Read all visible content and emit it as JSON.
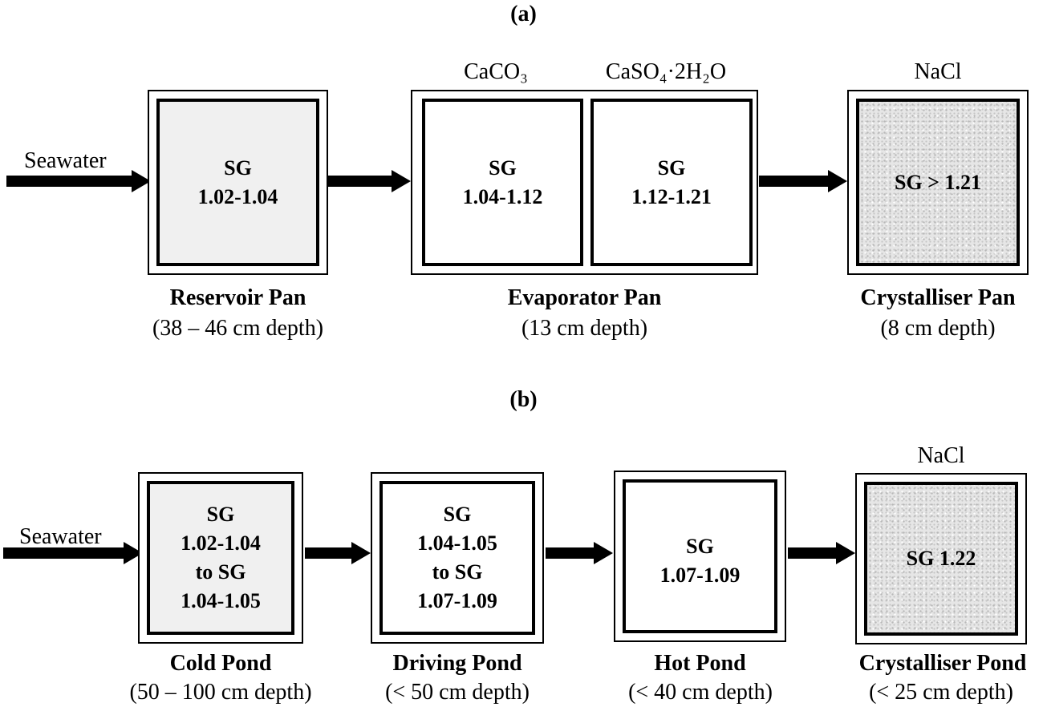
{
  "panel_a": {
    "label": "(a)",
    "input_label": "Seawater",
    "reservoir": {
      "sg_line1": "SG",
      "sg_line2": "1.02-1.04",
      "name": "Reservoir Pan",
      "depth": "(38 – 46 cm depth)"
    },
    "evaporator": {
      "left_top": "CaCO₃",
      "right_top": "CaSO₄·2H₂O",
      "left_sg_line1": "SG",
      "left_sg_line2": "1.04-1.12",
      "right_sg_line1": "SG",
      "right_sg_line2": "1.12-1.21",
      "name": "Evaporator Pan",
      "depth": "(13 cm depth)"
    },
    "crystalliser": {
      "top": "NaCl",
      "sg": "SG > 1.21",
      "name": "Crystalliser Pan",
      "depth": "(8 cm depth)"
    }
  },
  "panel_b": {
    "label": "(b)",
    "input_label": "Seawater",
    "cold": {
      "line1": "SG",
      "line2": "1.02-1.04",
      "line3": "to SG",
      "line4": "1.04-1.05",
      "name": "Cold Pond",
      "depth": "(50 – 100 cm depth)"
    },
    "driving": {
      "line1": "SG",
      "line2": "1.04-1.05",
      "line3": "to SG",
      "line4": "1.07-1.09",
      "name": "Driving Pond",
      "depth": "(< 50 cm depth)"
    },
    "hot": {
      "line1": "SG",
      "line2": "1.07-1.09",
      "name": "Hot Pond",
      "depth": "(< 40 cm depth)"
    },
    "crystalliser": {
      "top": "NaCl",
      "sg": "SG 1.22",
      "name": "Crystalliser Pond",
      "depth": "(< 25 cm depth)"
    }
  }
}
